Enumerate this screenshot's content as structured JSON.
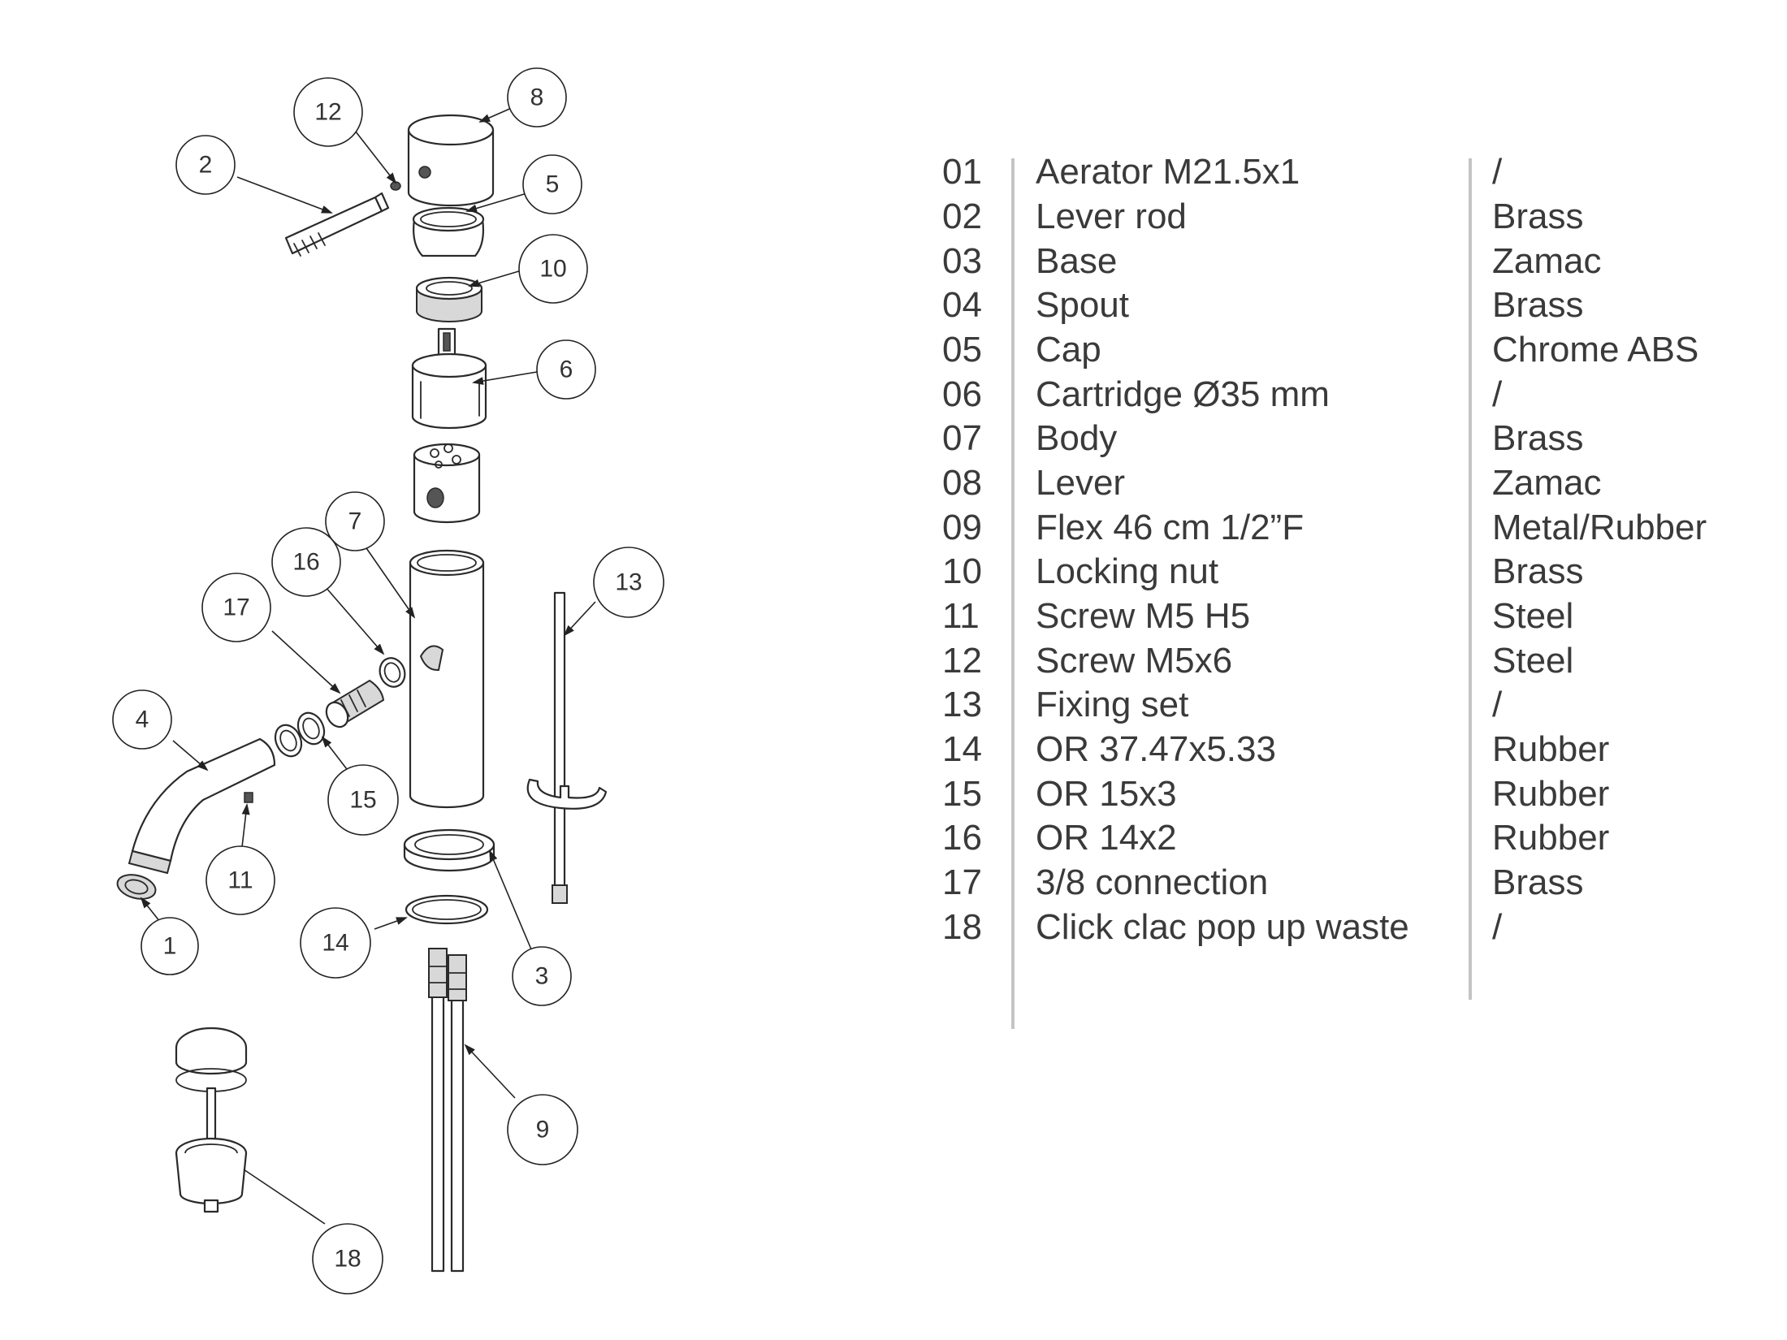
{
  "callouts": [
    {
      "id": "1",
      "label": "1"
    },
    {
      "id": "2",
      "label": "2"
    },
    {
      "id": "3",
      "label": "3"
    },
    {
      "id": "4",
      "label": "4"
    },
    {
      "id": "5",
      "label": "5"
    },
    {
      "id": "6",
      "label": "6"
    },
    {
      "id": "7",
      "label": "7"
    },
    {
      "id": "8",
      "label": "8"
    },
    {
      "id": "9",
      "label": "9"
    },
    {
      "id": "10",
      "label": "10"
    },
    {
      "id": "11",
      "label": "11"
    },
    {
      "id": "12",
      "label": "12"
    },
    {
      "id": "13",
      "label": "13"
    },
    {
      "id": "14",
      "label": "14"
    },
    {
      "id": "15",
      "label": "15"
    },
    {
      "id": "16",
      "label": "16"
    },
    {
      "id": "17",
      "label": "17"
    },
    {
      "id": "18",
      "label": "18"
    }
  ],
  "parts": [
    {
      "num": "01",
      "description": "Aerator M21.5x1",
      "material": "/"
    },
    {
      "num": "02",
      "description": "Lever rod",
      "material": "Brass"
    },
    {
      "num": "03",
      "description": "Base",
      "material": "Zamac"
    },
    {
      "num": "04",
      "description": "Spout",
      "material": "Brass"
    },
    {
      "num": "05",
      "description": "Cap",
      "material": "Chrome ABS"
    },
    {
      "num": "06",
      "description": "Cartridge Ø35 mm",
      "material": "/"
    },
    {
      "num": "07",
      "description": "Body",
      "material": "Brass"
    },
    {
      "num": "08",
      "description": "Lever",
      "material": "Zamac"
    },
    {
      "num": "09",
      "description": "Flex 46 cm 1/2”F",
      "material": "Metal/Rubber"
    },
    {
      "num": "10",
      "description": "Locking nut",
      "material": "Brass"
    },
    {
      "num": "11",
      "description": "Screw M5 H5",
      "material": "Steel"
    },
    {
      "num": "12",
      "description": "Screw M5x6",
      "material": "Steel"
    },
    {
      "num": "13",
      "description": "Fixing set",
      "material": "/"
    },
    {
      "num": "14",
      "description": "OR 37.47x5.33",
      "material": "Rubber"
    },
    {
      "num": "15",
      "description": "OR 15x3",
      "material": "Rubber"
    },
    {
      "num": "16",
      "description": "OR 14x2",
      "material": "Rubber"
    },
    {
      "num": "17",
      "description": "3/8 connection",
      "material": "Brass"
    },
    {
      "num": "18",
      "description": "Click clac pop up waste",
      "material": "/"
    }
  ]
}
